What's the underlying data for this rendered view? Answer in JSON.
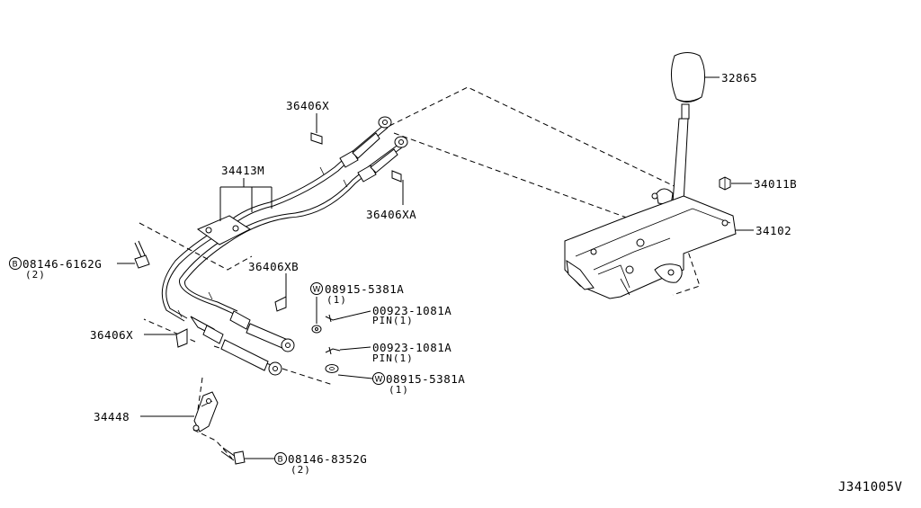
{
  "diagram_code": "J341005V",
  "parts": {
    "knob": {
      "number": "32865"
    },
    "nut": {
      "number": "34011B"
    },
    "shift_lever": {
      "number": "34102"
    },
    "clip_upper": {
      "number": "36406X"
    },
    "clip_xa": {
      "number": "36406XA"
    },
    "clip_xb": {
      "number": "36406XB"
    },
    "clip_lower": {
      "number": "36406X"
    },
    "cable_assy": {
      "number": "34413M"
    },
    "bracket": {
      "number": "34448"
    },
    "bolt_upper": {
      "badge": "B",
      "number": "08146-6162G",
      "qty": "(2)"
    },
    "washer_upper": {
      "badge": "W",
      "number": "08915-5381A",
      "qty": "(1)"
    },
    "pin_upper": {
      "number": "00923-1081A",
      "sub": "PIN(1)"
    },
    "pin_lower": {
      "number": "00923-1081A",
      "sub": "PIN(1)"
    },
    "washer_lower": {
      "badge": "W",
      "number": "08915-5381A",
      "qty": "(1)"
    },
    "bolt_lower": {
      "badge": "B",
      "number": "08146-8352G",
      "qty": "(2)"
    }
  }
}
